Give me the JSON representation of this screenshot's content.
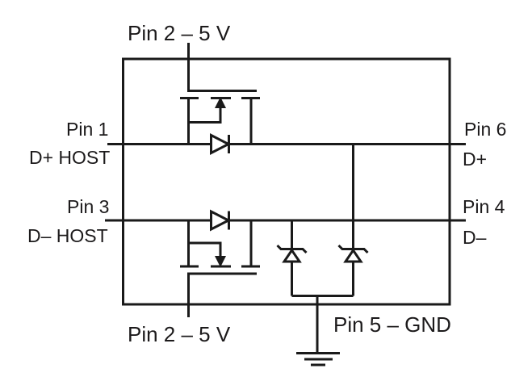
{
  "colors": {
    "background": "#ffffff",
    "line": "#1a1a1a",
    "text": "#1c1a1b"
  },
  "schematic": {
    "supply_top": "Pin 2 – 5 V",
    "supply_bottom": "Pin 2 – 5 V",
    "ground": "Pin 5 – GND",
    "left_pins": [
      {
        "pin": "Pin 1",
        "signal": "D+ HOST"
      },
      {
        "pin": "Pin 3",
        "signal": "D– HOST"
      }
    ],
    "right_pins": [
      {
        "pin": "Pin 6",
        "signal": "D+"
      },
      {
        "pin": "Pin 4",
        "signal": "D–"
      }
    ],
    "components": {
      "high_side_switch": "pmos-with-body-diode",
      "low_side_switch": "nmos-with-body-diode",
      "esd_left": "tvs-diode",
      "esd_right": "tvs-diode",
      "ground_symbol": "earth-ground"
    }
  }
}
